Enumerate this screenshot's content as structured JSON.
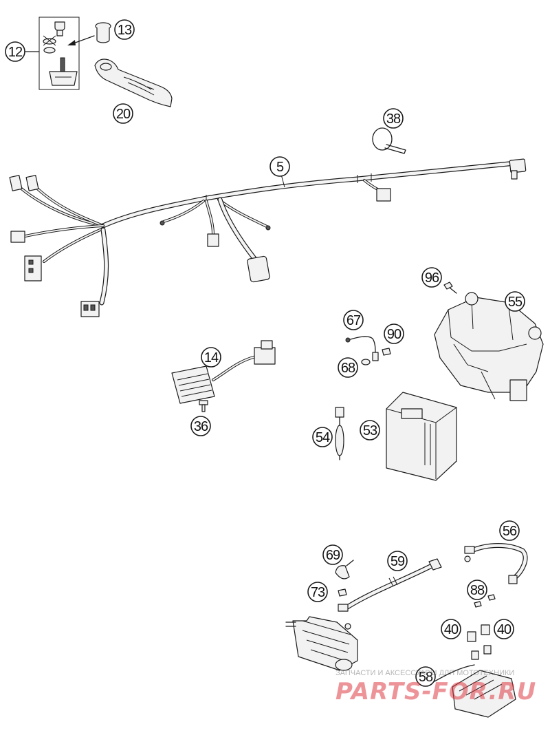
{
  "callouts": [
    {
      "id": "c12",
      "label": "12"
    },
    {
      "id": "c13",
      "label": "13"
    },
    {
      "id": "c20",
      "label": "20"
    },
    {
      "id": "c38",
      "label": "38"
    },
    {
      "id": "c5",
      "label": "5"
    },
    {
      "id": "c96",
      "label": "96"
    },
    {
      "id": "c55",
      "label": "55"
    },
    {
      "id": "c67",
      "label": "67"
    },
    {
      "id": "c90",
      "label": "90"
    },
    {
      "id": "c68",
      "label": "68"
    },
    {
      "id": "c14",
      "label": "14"
    },
    {
      "id": "c36",
      "label": "36"
    },
    {
      "id": "c54",
      "label": "54"
    },
    {
      "id": "c53",
      "label": "53"
    },
    {
      "id": "c56",
      "label": "56"
    },
    {
      "id": "c69",
      "label": "69"
    },
    {
      "id": "c59",
      "label": "59"
    },
    {
      "id": "c73",
      "label": "73"
    },
    {
      "id": "c88",
      "label": "88"
    },
    {
      "id": "c40a",
      "label": "40"
    },
    {
      "id": "c40b",
      "label": "40"
    },
    {
      "id": "c58",
      "label": "58"
    }
  ],
  "watermark": {
    "text": "ЗАПЧАСТИ И АКСЕССУАРЫ ДЛЯ МОТОТЕХНИКИ",
    "logo": "PARTS-FOR.RU",
    "color": "#de3c46"
  }
}
